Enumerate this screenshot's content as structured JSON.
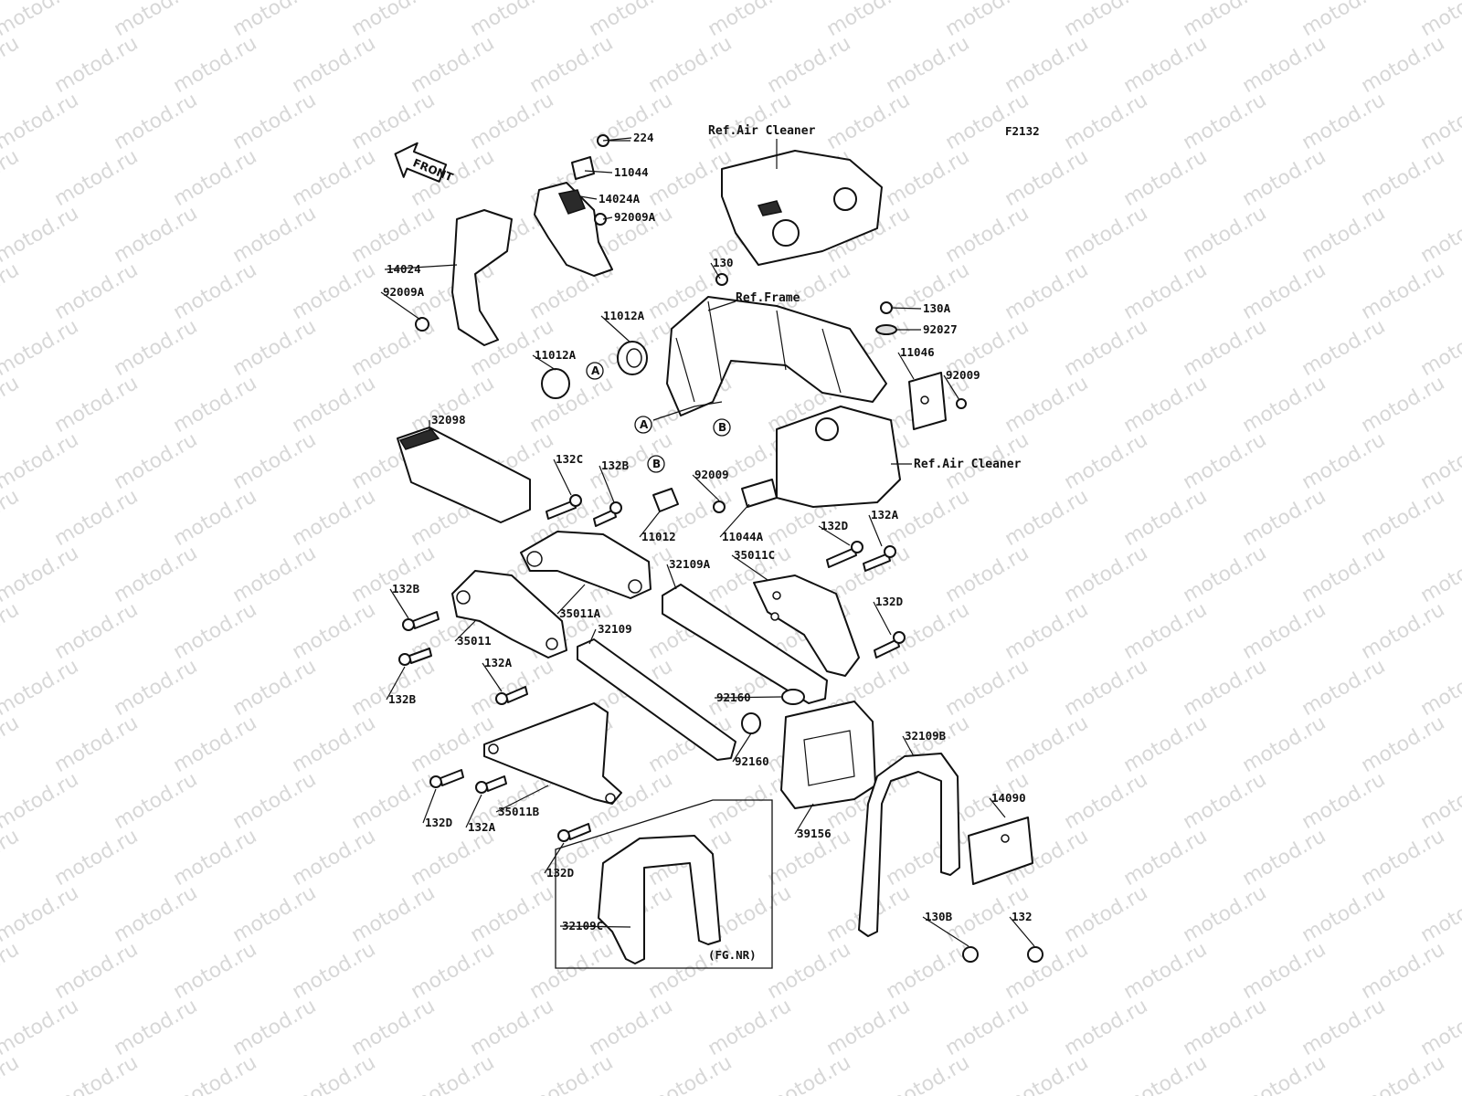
{
  "watermark": {
    "text": "motod.ru"
  },
  "figure_code": "F2132",
  "front_arrow_label": "FRONT",
  "references": {
    "air_cleaner_top": "Ref.Air Cleaner",
    "frame": "Ref.Frame",
    "air_cleaner_side": "Ref.Air Cleaner"
  },
  "markers": {
    "a": "A",
    "b": "B"
  },
  "inset_note": "(FG.NR)",
  "parts": [
    {
      "id": "p224",
      "label": "224"
    },
    {
      "id": "p11044",
      "label": "11044"
    },
    {
      "id": "p14024A",
      "label": "14024A"
    },
    {
      "id": "p92009A_top",
      "label": "92009A"
    },
    {
      "id": "p14024",
      "label": "14024"
    },
    {
      "id": "p92009A_left",
      "label": "92009A"
    },
    {
      "id": "p130",
      "label": "130"
    },
    {
      "id": "p11012A_top",
      "label": "11012A"
    },
    {
      "id": "p11012A_left",
      "label": "11012A"
    },
    {
      "id": "p130A",
      "label": "130A"
    },
    {
      "id": "p92027",
      "label": "92027"
    },
    {
      "id": "p11046",
      "label": "11046"
    },
    {
      "id": "p92009_right",
      "label": "92009"
    },
    {
      "id": "p32098",
      "label": "32098"
    },
    {
      "id": "p132C",
      "label": "132C"
    },
    {
      "id": "p132B_top",
      "label": "132B"
    },
    {
      "id": "p92009_mid",
      "label": "92009"
    },
    {
      "id": "p11012",
      "label": "11012"
    },
    {
      "id": "p11044A",
      "label": "11044A"
    },
    {
      "id": "p132D_a",
      "label": "132D"
    },
    {
      "id": "p132A_a",
      "label": "132A"
    },
    {
      "id": "p32109A",
      "label": "32109A"
    },
    {
      "id": "p35011C",
      "label": "35011C"
    },
    {
      "id": "p132B_left",
      "label": "132B"
    },
    {
      "id": "p35011A",
      "label": "35011A"
    },
    {
      "id": "p132D_b",
      "label": "132D"
    },
    {
      "id": "p35011",
      "label": "35011"
    },
    {
      "id": "p32109",
      "label": "32109"
    },
    {
      "id": "p132B_bottom",
      "label": "132B"
    },
    {
      "id": "p132A_b",
      "label": "132A"
    },
    {
      "id": "p92160_a",
      "label": "92160"
    },
    {
      "id": "p92160_b",
      "label": "92160"
    },
    {
      "id": "p32109B",
      "label": "32109B"
    },
    {
      "id": "p14090",
      "label": "14090"
    },
    {
      "id": "p132D_c",
      "label": "132D"
    },
    {
      "id": "p132A_c",
      "label": "132A"
    },
    {
      "id": "p35011B",
      "label": "35011B"
    },
    {
      "id": "p39156",
      "label": "39156"
    },
    {
      "id": "p132D_d",
      "label": "132D"
    },
    {
      "id": "p32109C",
      "label": "32109C"
    },
    {
      "id": "p130B",
      "label": "130B"
    },
    {
      "id": "p132",
      "label": "132"
    }
  ]
}
